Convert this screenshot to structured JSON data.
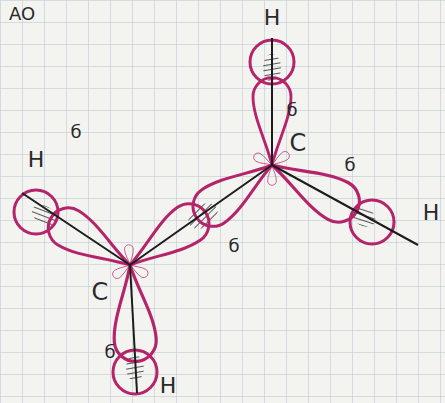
{
  "diagram": {
    "labels": [
      "AO",
      "H",
      "б",
      "H",
      "C",
      "б",
      "б",
      "H",
      "C",
      "б",
      "H",
      "б"
    ]
  }
}
